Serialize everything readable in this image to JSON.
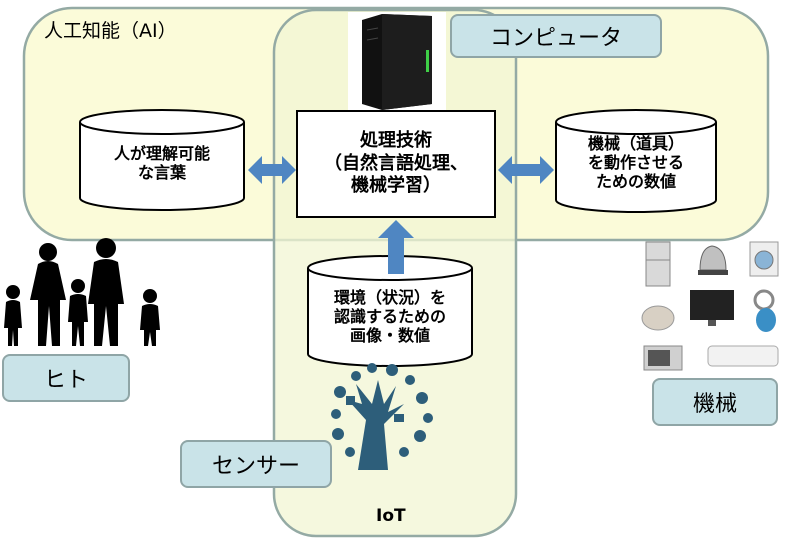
{
  "diagram": {
    "ai_region_label": "人工知能（AI）",
    "computer_label": "コンピュータ",
    "process_box": "処理技術\n（自然言語処理、\n機械学習）",
    "human_language": "人が理解可能\nな言葉",
    "machine_values": "機械（道具）\nを動作させる\nための数値",
    "sensor_data": "環境（状況）を\n認識するための\n画像・数値",
    "human_label": "ヒト",
    "machine_label": "機械",
    "sensor_label": "センサー",
    "iot_label": "IoT"
  },
  "icons": [
    "server-icon",
    "family-silhouette-icon",
    "home-appliances-icon",
    "iot-tree-icon"
  ],
  "colors": {
    "ai_fill": "#fbfbd9",
    "region_stroke": "#94aaa4",
    "label_fill": "#c9e3e8",
    "arrow_blue": "#4f86c2"
  }
}
